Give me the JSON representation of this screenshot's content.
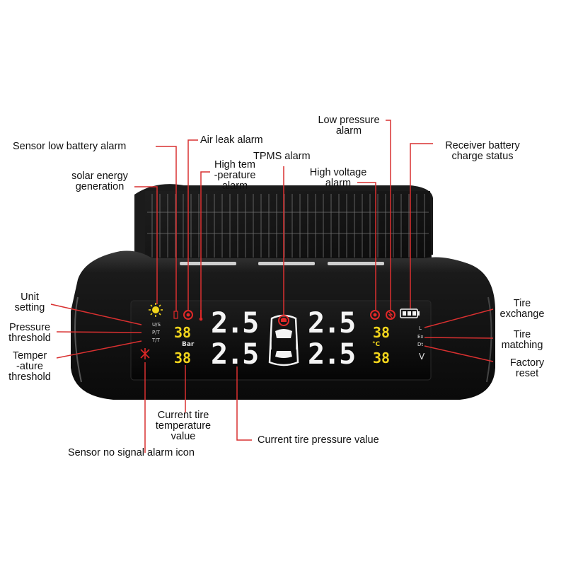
{
  "callouts": {
    "low_pressure": [
      "Low pressure",
      "alarm"
    ],
    "sensor_low_battery": "Sensor low battery alarm",
    "air_leak": "Air leak alarm",
    "tpms": "TPMS alarm",
    "receiver_battery": [
      "Receiver battery",
      "charge status"
    ],
    "solar": [
      "solar energy",
      "generation"
    ],
    "high_temp": [
      "High tem",
      "-perature",
      "alarm"
    ],
    "high_voltage": [
      "High voltage",
      "alarm"
    ],
    "unit_setting": [
      "Unit",
      "setting"
    ],
    "pressure_threshold": [
      "Pressure",
      "threshold"
    ],
    "temperature_threshold": [
      "Temper",
      "-ature",
      "threshold"
    ],
    "tire_exchange": [
      "Tire",
      "exchange"
    ],
    "tire_matching": [
      "Tire",
      "matching"
    ],
    "factory_reset": [
      "Factory",
      "reset"
    ],
    "current_temp": [
      "Current tire",
      "temperature",
      "value"
    ],
    "current_pressure": "Current tire pressure value",
    "no_signal": "Sensor no signal alarm icon"
  },
  "display": {
    "pressure_values": [
      "2.5",
      "2.5",
      "2.5",
      "2.5"
    ],
    "temperature_values": [
      "38",
      "38",
      "38",
      "38"
    ],
    "unit_pressure": "Bar",
    "unit_temp": "°C",
    "unit_voltage": "V",
    "menu_left": [
      "U/S",
      "P/T",
      "T/T"
    ],
    "menu_right": [
      "L",
      "Ex",
      "Dt"
    ]
  },
  "colors": {
    "leader_line": "#d93030",
    "lcd_white": "#f4f4f4",
    "lcd_yellow": "#f2d51c",
    "alarm_red": "#e02828",
    "body": "#151515"
  }
}
